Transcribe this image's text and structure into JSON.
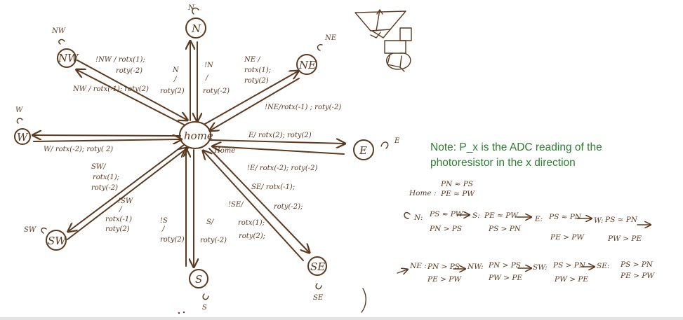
{
  "nodes": {
    "home": "home",
    "home_small": "Home",
    "n": "N",
    "n_tag": "N",
    "ne": "NE",
    "ne_tag": "NE",
    "e": "E",
    "e_tag": "E",
    "se": "SE",
    "se_tag": "SE",
    "s": "S",
    "s_tag": "S",
    "sw": "SW",
    "sw_tag": "SW",
    "w": "W",
    "w_tag": "W",
    "nw": "NW",
    "nw_tag": "NW"
  },
  "edges": {
    "n_out_1": "N",
    "n_out_2": "/",
    "n_out_3": "roty(2)",
    "n_back_1": "!N",
    "n_back_2": "/",
    "n_back_3": "roty(-2)",
    "ne_out_1": "NE /",
    "ne_out_2": "rotx(1);",
    "ne_out_3": "roty(2)",
    "ne_back": "!NE/rotx(-1) ; roty(-2)",
    "e_out": "E/ rotx(2); roty(2)",
    "e_back": "!E/ rotx(-2); roty(-2)",
    "se_out_1": "SE/ rotx(-1);",
    "se_out_2": "roty(-2);",
    "se_back_1": "!SE/",
    "se_back_2": "rotx(1);",
    "se_back_3": "roty(2);",
    "s_back_1": "!S",
    "s_back_2": "/",
    "s_back_3": "roty(2)",
    "s_out_1": "S/",
    "s_out_2": "roty(-2)",
    "sw_out_1": "SW/",
    "sw_out_2": "rotx(1);",
    "sw_out_3": "roty(-2)",
    "sw_back_1": "!SW",
    "sw_back_2": "/",
    "sw_back_3": "rotx(-1)",
    "sw_back_4": "roty(2)",
    "w_out": "W/ rotx(-2); roty( 2)",
    "nw_back_1": "!NW / rotx(1);",
    "nw_back_2": "roty(-2)",
    "nw_out": "NW / rotx(-1); roty(2)"
  },
  "note": "Note: P_x is the ADC reading of the photoresistor in the x direction",
  "logic": {
    "home_label": "Home :",
    "home_1": "PN ≈ PS",
    "home_2": "PE ≈ PW",
    "n_label": "N:",
    "n_1": "PS ≈ PW",
    "n_2": "PN > PS",
    "s_label": "S:",
    "s_1": "PE ≈ PW",
    "s_2": "PS > PN",
    "e_label": "E:",
    "e_1": "PS ≈ PN",
    "e_2": "PE > PW",
    "w_label": "W:",
    "w_1": "PS ≈ PN",
    "w_2": "PW > PE",
    "ne_label": "NE :",
    "ne_1": "PN > PS",
    "ne_2": "PE > PW",
    "nw_label": "NW:",
    "nw_1": "PN > PS",
    "nw_2": "PW > PE",
    "sw_label": "SW:",
    "sw_1": "PS > PN",
    "sw_2": "PW > PE",
    "se_label": "SE:",
    "se_1": "PS > PN",
    "se_2": "PE > PW"
  }
}
